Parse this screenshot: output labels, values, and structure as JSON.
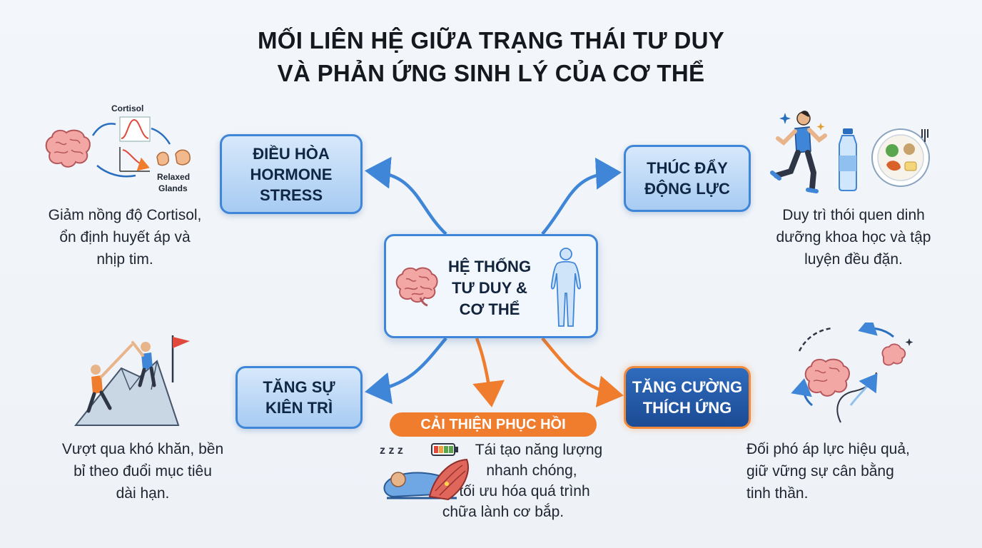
{
  "title": {
    "line1": "MỐI LIÊN HỆ GIỮA TRẠNG THÁI TƯ DUY",
    "line2": "VÀ PHẢN ỨNG SINH LÝ CỦA CƠ THỂ"
  },
  "center": {
    "lines": [
      "HỆ THỐNG",
      "TƯ DUY &",
      "CƠ THỂ"
    ]
  },
  "nodes": {
    "hormone": {
      "lines": [
        "ĐIỀU HÒA",
        "HORMONE",
        "STRESS"
      ],
      "desc": [
        "Giảm nồng độ Cortisol,",
        "ổn định huyết áp và",
        "nhịp tim."
      ],
      "icon_labels": {
        "cortisol": "Cortisol",
        "relaxed1": "Relaxed",
        "relaxed2": "Glands"
      }
    },
    "motivation": {
      "lines": [
        "THÚC ĐẨY",
        "ĐỘNG LỰC"
      ],
      "desc": [
        "Duy trì thói quen dinh",
        "dưỡng khoa học và tập",
        "luyện đều đặn."
      ]
    },
    "persistence": {
      "lines": [
        "TĂNG SỰ",
        "KIÊN TRÌ"
      ],
      "desc": [
        "Vượt qua khó khăn, bền",
        "bỉ theo đuổi mục tiêu",
        "dài hạn."
      ]
    },
    "adaptation": {
      "lines": [
        "TĂNG CƯỜNG",
        "THÍCH ỨNG"
      ],
      "desc": [
        "Đối phó áp lực hiệu quả,",
        "giữ vững sự cân bằng",
        "tinh thần."
      ]
    },
    "recovery": {
      "label": "CẢI THIỆN PHỤC HỒI",
      "desc": [
        "Tái tạo năng lượng",
        "nhanh chóng,",
        "tối ưu hóa quá trình",
        "chữa lành cơ bắp."
      ],
      "icon_label": "z z z"
    }
  },
  "colors": {
    "blue_accent": "#3f86d8",
    "orange_accent": "#f07d2e",
    "dark_box": "#1b4b94"
  },
  "icons": [
    "brain-icon",
    "human-body-icon",
    "cortisol-chart-icon",
    "glands-icon",
    "runner-icon",
    "water-bottle-icon",
    "food-plate-icon",
    "mountain-climbers-icon",
    "flag-icon",
    "sleeping-person-icon",
    "battery-icon",
    "muscle-icon",
    "brain-cycle-icon"
  ]
}
